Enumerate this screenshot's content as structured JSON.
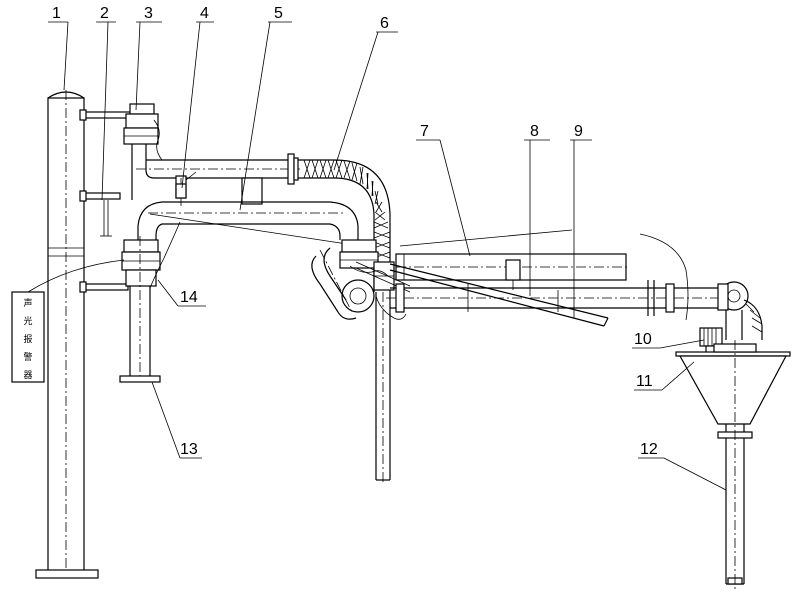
{
  "diagram": {
    "callouts": [
      {
        "id": "c1",
        "label": "1"
      },
      {
        "id": "c2",
        "label": "2"
      },
      {
        "id": "c3",
        "label": "3"
      },
      {
        "id": "c4",
        "label": "4"
      },
      {
        "id": "c5",
        "label": "5"
      },
      {
        "id": "c6",
        "label": "6"
      },
      {
        "id": "c7",
        "label": "7"
      },
      {
        "id": "c8",
        "label": "8"
      },
      {
        "id": "c9",
        "label": "9"
      },
      {
        "id": "c10",
        "label": "10"
      },
      {
        "id": "c11",
        "label": "11"
      },
      {
        "id": "c12",
        "label": "12"
      },
      {
        "id": "c13",
        "label": "13"
      },
      {
        "id": "c14",
        "label": "14"
      }
    ],
    "alarm_box": {
      "chars": [
        "声",
        "光",
        "报",
        "警",
        "器"
      ]
    }
  }
}
